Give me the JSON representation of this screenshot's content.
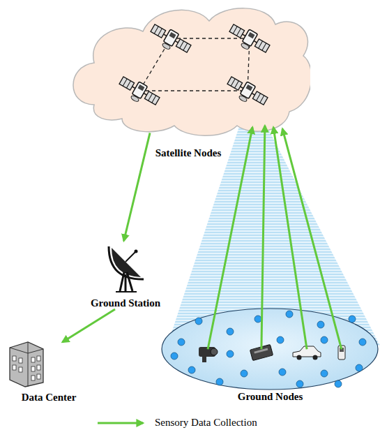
{
  "diagram": {
    "nodes": [
      {
        "text": [
          "Satellite Nodes"
        ]
      },
      {
        "text": [
          "Ground Station"
        ]
      },
      {
        "text": [
          "Data Center"
        ]
      },
      {
        "text": [
          "Ground Nodes"
        ]
      }
    ],
    "edges": [
      {
        "from": 0,
        "to": 1,
        "arrow": "to"
      },
      {
        "from": 1,
        "to": 2,
        "arrow": "to"
      },
      {
        "from": 3,
        "to": 0,
        "arrow": "to"
      },
      {
        "from": 3,
        "to": 0,
        "arrow": "to"
      },
      {
        "from": 3,
        "to": 0,
        "arrow": "to"
      },
      {
        "from": 3,
        "to": 0,
        "arrow": "to"
      }
    ],
    "legend": [
      {
        "text": "Sensory Data Collection"
      }
    ]
  }
}
